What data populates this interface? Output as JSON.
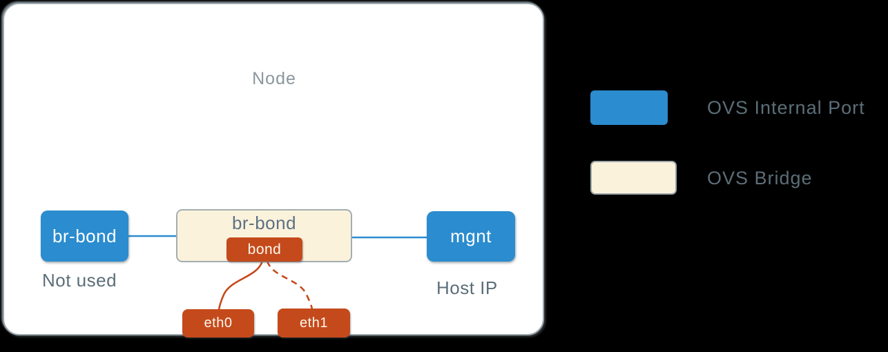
{
  "colors": {
    "ovs_internal_port_blue": "#2B8CCF",
    "ovs_bridge_cream": "#FBF2DC",
    "bond_nic_orange": "#C54A1B",
    "caption_gray": "#5C6E78",
    "node_border_gray": "#9CA7AC"
  },
  "node": {
    "title": "Node",
    "left_port": {
      "label": "br-bond",
      "caption": "Not used"
    },
    "bridge": {
      "label": "br-bond",
      "bond": {
        "label": "bond"
      }
    },
    "right_port": {
      "label": "mgnt",
      "caption": "Host IP"
    },
    "nics": [
      {
        "label": "eth0"
      },
      {
        "label": "eth1"
      }
    ]
  },
  "legend": {
    "items": [
      {
        "label": "OVS Internal Port"
      },
      {
        "label": "OVS Bridge"
      }
    ]
  }
}
